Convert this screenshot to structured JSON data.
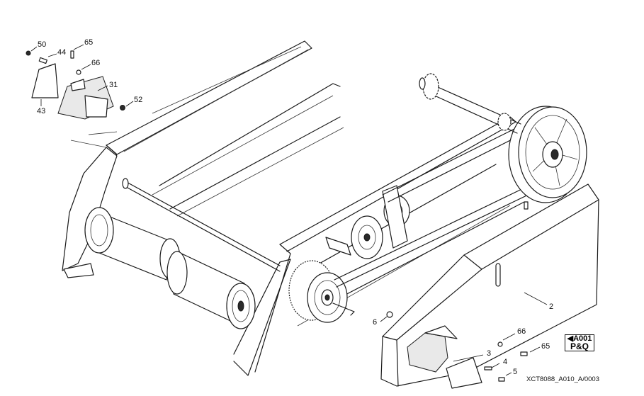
{
  "callouts": {
    "c50": "50",
    "c65_top": "65",
    "c44": "44",
    "c66_top": "66",
    "c31": "31",
    "c52": "52",
    "c43": "43",
    "c2": "2",
    "c6": "6",
    "c66_bottom": "66",
    "c65_bottom": "65",
    "c3": "3",
    "c4": "4",
    "c5": "5"
  },
  "badge": {
    "line1": "A001",
    "line2": "P&Q",
    "arrow": "◀"
  },
  "footer": {
    "code": "XCT8088_A010_A/0003"
  }
}
